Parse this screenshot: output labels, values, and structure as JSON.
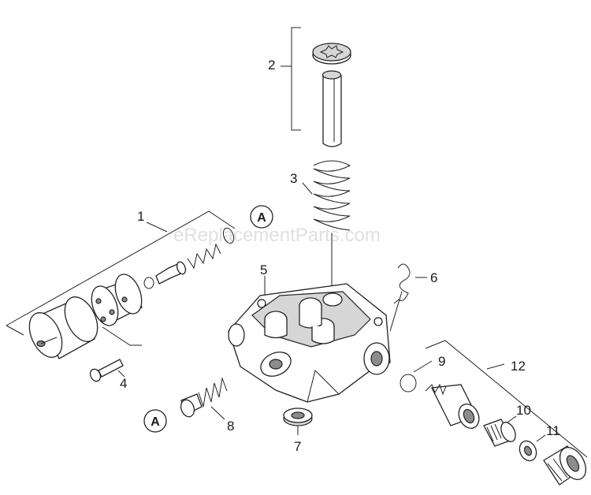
{
  "watermark": "eReplacementParts.com",
  "callouts": {
    "c1": "1",
    "c2": "2",
    "c3": "3",
    "c4": "4",
    "c5": "5",
    "c6": "6",
    "c7": "7",
    "c8": "8",
    "c9": "9",
    "c10": "10",
    "c11": "11",
    "c12": "12"
  },
  "markers": {
    "a_top": "A",
    "a_bottom": "A"
  }
}
